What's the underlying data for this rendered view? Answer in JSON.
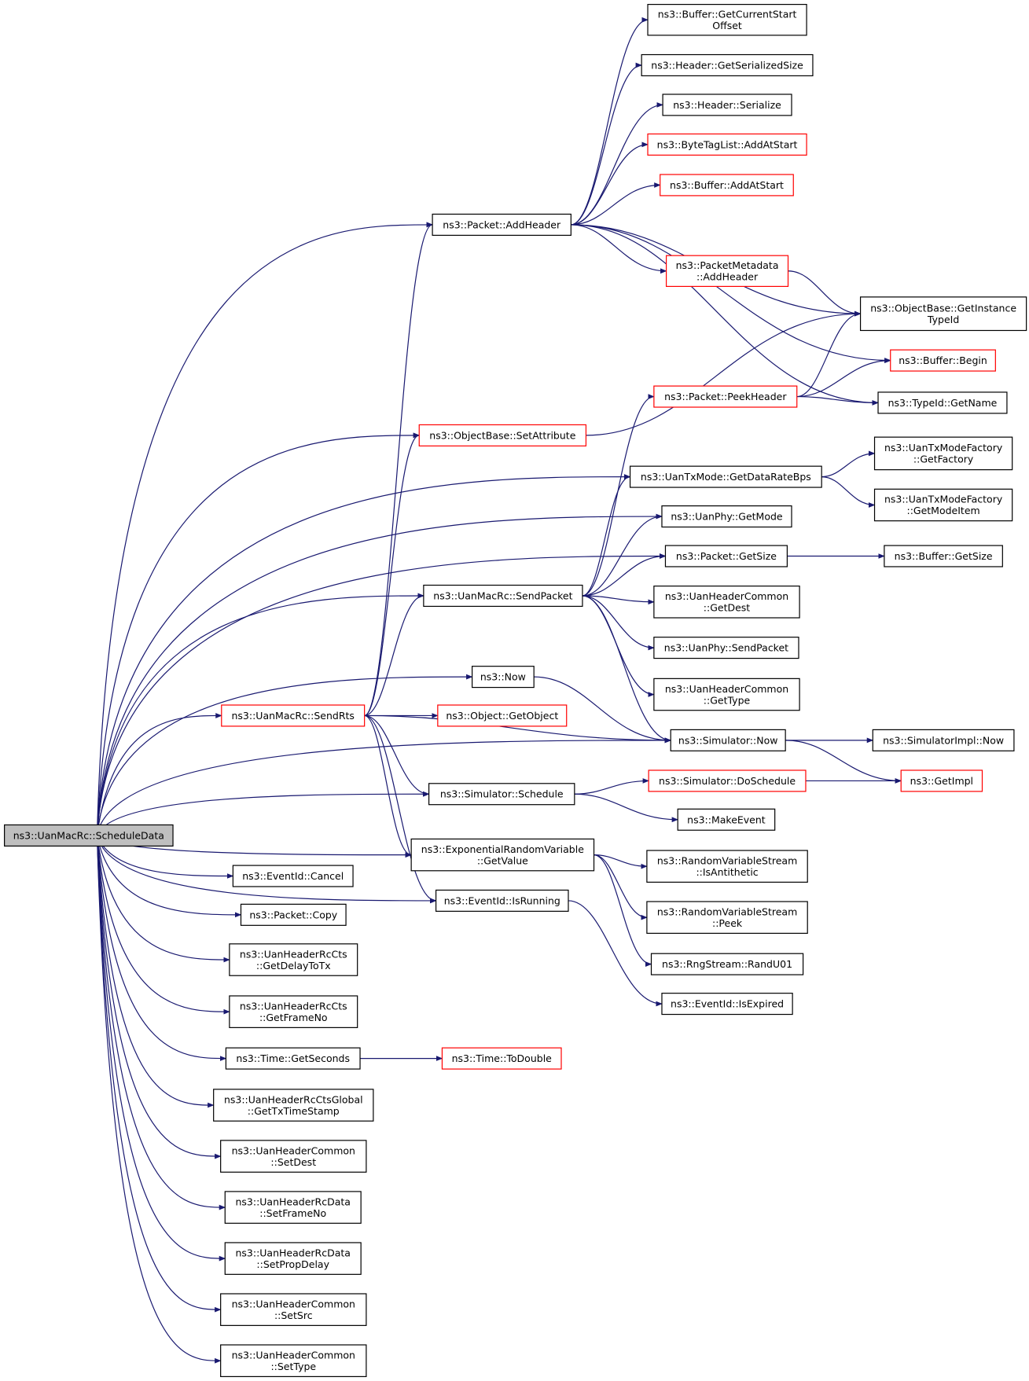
{
  "colors": {
    "edge": "#191970",
    "node_border": "#000000",
    "node_border_incomplete": "#ff0000",
    "root_fill": "#bfbfbf"
  },
  "nodes": {
    "schedule_data": {
      "lines": [
        "ns3::UanMacRc::ScheduleData"
      ],
      "style": "root"
    },
    "get_current_start_offset": {
      "lines": [
        "ns3::Buffer::GetCurrentStart",
        "Offset"
      ],
      "style": "black"
    },
    "header_get_serialized_size": {
      "lines": [
        "ns3::Header::GetSerializedSize"
      ],
      "style": "black"
    },
    "header_serialize": {
      "lines": [
        "ns3::Header::Serialize"
      ],
      "style": "black"
    },
    "byte_tag_list_add_at_start": {
      "lines": [
        "ns3::ByteTagList::AddAtStart"
      ],
      "style": "red"
    },
    "buffer_add_at_start": {
      "lines": [
        "ns3::Buffer::AddAtStart"
      ],
      "style": "red"
    },
    "packet_add_header": {
      "lines": [
        "ns3::Packet::AddHeader"
      ],
      "style": "black"
    },
    "packet_metadata_add_header": {
      "lines": [
        "ns3::PacketMetadata",
        "::AddHeader"
      ],
      "style": "red"
    },
    "object_base_get_instance_type_id": {
      "lines": [
        "ns3::ObjectBase::GetInstance",
        "TypeId"
      ],
      "style": "black"
    },
    "buffer_begin": {
      "lines": [
        "ns3::Buffer::Begin"
      ],
      "style": "red"
    },
    "packet_peek_header": {
      "lines": [
        "ns3::Packet::PeekHeader"
      ],
      "style": "red"
    },
    "type_id_get_name": {
      "lines": [
        "ns3::TypeId::GetName"
      ],
      "style": "black"
    },
    "object_base_set_attribute": {
      "lines": [
        "ns3::ObjectBase::SetAttribute"
      ],
      "style": "red"
    },
    "uan_tx_mode_factory_get_factory": {
      "lines": [
        "ns3::UanTxModeFactory",
        "::GetFactory"
      ],
      "style": "black"
    },
    "uan_tx_mode_get_data_rate_bps": {
      "lines": [
        "ns3::UanTxMode::GetDataRateBps"
      ],
      "style": "black"
    },
    "uan_tx_mode_factory_get_mode_item": {
      "lines": [
        "ns3::UanTxModeFactory",
        "::GetModeItem"
      ],
      "style": "black"
    },
    "uan_phy_get_mode": {
      "lines": [
        "ns3::UanPhy::GetMode"
      ],
      "style": "black"
    },
    "packet_get_size": {
      "lines": [
        "ns3::Packet::GetSize"
      ],
      "style": "black"
    },
    "buffer_get_size": {
      "lines": [
        "ns3::Buffer::GetSize"
      ],
      "style": "black"
    },
    "uan_mac_rc_send_packet": {
      "lines": [
        "ns3::UanMacRc::SendPacket"
      ],
      "style": "black"
    },
    "uan_header_common_get_dest": {
      "lines": [
        "ns3::UanHeaderCommon",
        "::GetDest"
      ],
      "style": "black"
    },
    "uan_phy_send_packet": {
      "lines": [
        "ns3::UanPhy::SendPacket"
      ],
      "style": "black"
    },
    "uan_header_common_get_type": {
      "lines": [
        "ns3::UanHeaderCommon",
        "::GetType"
      ],
      "style": "black"
    },
    "ns3_now": {
      "lines": [
        "ns3::Now"
      ],
      "style": "black"
    },
    "uan_mac_rc_send_rts": {
      "lines": [
        "ns3::UanMacRc::SendRts"
      ],
      "style": "red"
    },
    "object_get_object": {
      "lines": [
        "ns3::Object::GetObject"
      ],
      "style": "red"
    },
    "simulator_now": {
      "lines": [
        "ns3::Simulator::Now"
      ],
      "style": "black"
    },
    "simulator_impl_now": {
      "lines": [
        "ns3::SimulatorImpl::Now"
      ],
      "style": "black"
    },
    "simulator_do_schedule": {
      "lines": [
        "ns3::Simulator::DoSchedule"
      ],
      "style": "red"
    },
    "get_impl": {
      "lines": [
        "ns3::GetImpl"
      ],
      "style": "red"
    },
    "simulator_schedule": {
      "lines": [
        "ns3::Simulator::Schedule"
      ],
      "style": "black"
    },
    "make_event": {
      "lines": [
        "ns3::MakeEvent"
      ],
      "style": "black"
    },
    "exponential_get_value": {
      "lines": [
        "ns3::ExponentialRandomVariable",
        "::GetValue"
      ],
      "style": "black"
    },
    "rvs_is_antithetic": {
      "lines": [
        "ns3::RandomVariableStream",
        "::IsAntithetic"
      ],
      "style": "black"
    },
    "event_id_cancel": {
      "lines": [
        "ns3::EventId::Cancel"
      ],
      "style": "black"
    },
    "event_id_is_running": {
      "lines": [
        "ns3::EventId::IsRunning"
      ],
      "style": "black"
    },
    "rvs_peek": {
      "lines": [
        "ns3::RandomVariableStream",
        "::Peek"
      ],
      "style": "black"
    },
    "packet_copy": {
      "lines": [
        "ns3::Packet::Copy"
      ],
      "style": "black"
    },
    "uan_header_rc_cts_get_delay_to_tx": {
      "lines": [
        "ns3::UanHeaderRcCts",
        "::GetDelayToTx"
      ],
      "style": "black"
    },
    "rng_stream_rand_u01": {
      "lines": [
        "ns3::RngStream::RandU01"
      ],
      "style": "black"
    },
    "event_id_is_expired": {
      "lines": [
        "ns3::EventId::IsExpired"
      ],
      "style": "black"
    },
    "uan_header_rc_cts_get_frame_no": {
      "lines": [
        "ns3::UanHeaderRcCts",
        "::GetFrameNo"
      ],
      "style": "black"
    },
    "time_get_seconds": {
      "lines": [
        "ns3::Time::GetSeconds"
      ],
      "style": "black"
    },
    "time_to_double": {
      "lines": [
        "ns3::Time::ToDouble"
      ],
      "style": "red"
    },
    "uan_header_rc_cts_global_get_tx_time_stamp": {
      "lines": [
        "ns3::UanHeaderRcCtsGlobal",
        "::GetTxTimeStamp"
      ],
      "style": "black"
    },
    "uan_header_common_set_dest": {
      "lines": [
        "ns3::UanHeaderCommon",
        "::SetDest"
      ],
      "style": "black"
    },
    "uan_header_rc_data_set_frame_no": {
      "lines": [
        "ns3::UanHeaderRcData",
        "::SetFrameNo"
      ],
      "style": "black"
    },
    "uan_header_rc_data_set_prop_delay": {
      "lines": [
        "ns3::UanHeaderRcData",
        "::SetPropDelay"
      ],
      "style": "black"
    },
    "uan_header_common_set_src": {
      "lines": [
        "ns3::UanHeaderCommon",
        "::SetSrc"
      ],
      "style": "black"
    },
    "uan_header_common_set_type": {
      "lines": [
        "ns3::UanHeaderCommon",
        "::SetType"
      ],
      "style": "black"
    }
  },
  "edges": [
    [
      "schedule_data",
      "packet_add_header"
    ],
    [
      "schedule_data",
      "object_base_set_attribute"
    ],
    [
      "schedule_data",
      "uan_tx_mode_get_data_rate_bps"
    ],
    [
      "schedule_data",
      "uan_phy_get_mode"
    ],
    [
      "schedule_data",
      "packet_get_size"
    ],
    [
      "schedule_data",
      "uan_mac_rc_send_packet"
    ],
    [
      "schedule_data",
      "simulator_now"
    ],
    [
      "schedule_data",
      "ns3_now"
    ],
    [
      "schedule_data",
      "uan_mac_rc_send_rts"
    ],
    [
      "schedule_data",
      "simulator_schedule"
    ],
    [
      "schedule_data",
      "exponential_get_value"
    ],
    [
      "schedule_data",
      "event_id_is_running"
    ],
    [
      "schedule_data",
      "event_id_cancel"
    ],
    [
      "schedule_data",
      "packet_copy"
    ],
    [
      "schedule_data",
      "uan_header_rc_cts_get_delay_to_tx"
    ],
    [
      "schedule_data",
      "uan_header_rc_cts_get_frame_no"
    ],
    [
      "schedule_data",
      "time_get_seconds"
    ],
    [
      "schedule_data",
      "uan_header_rc_cts_global_get_tx_time_stamp"
    ],
    [
      "schedule_data",
      "uan_header_common_set_dest"
    ],
    [
      "schedule_data",
      "uan_header_rc_data_set_frame_no"
    ],
    [
      "schedule_data",
      "uan_header_rc_data_set_prop_delay"
    ],
    [
      "schedule_data",
      "uan_header_common_set_src"
    ],
    [
      "schedule_data",
      "uan_header_common_set_type"
    ],
    [
      "packet_add_header",
      "get_current_start_offset"
    ],
    [
      "packet_add_header",
      "header_get_serialized_size"
    ],
    [
      "packet_add_header",
      "header_serialize"
    ],
    [
      "packet_add_header",
      "byte_tag_list_add_at_start"
    ],
    [
      "packet_add_header",
      "buffer_add_at_start"
    ],
    [
      "packet_add_header",
      "packet_metadata_add_header"
    ],
    [
      "packet_add_header",
      "object_base_get_instance_type_id"
    ],
    [
      "packet_add_header",
      "buffer_begin"
    ],
    [
      "packet_add_header",
      "type_id_get_name"
    ],
    [
      "packet_metadata_add_header",
      "object_base_get_instance_type_id"
    ],
    [
      "packet_peek_header",
      "object_base_get_instance_type_id"
    ],
    [
      "packet_peek_header",
      "buffer_begin"
    ],
    [
      "packet_peek_header",
      "type_id_get_name"
    ],
    [
      "object_base_set_attribute",
      "object_base_get_instance_type_id"
    ],
    [
      "uan_tx_mode_get_data_rate_bps",
      "uan_tx_mode_factory_get_factory"
    ],
    [
      "uan_tx_mode_get_data_rate_bps",
      "uan_tx_mode_factory_get_mode_item"
    ],
    [
      "packet_get_size",
      "buffer_get_size"
    ],
    [
      "uan_mac_rc_send_packet",
      "packet_peek_header"
    ],
    [
      "uan_mac_rc_send_packet",
      "uan_tx_mode_get_data_rate_bps"
    ],
    [
      "uan_mac_rc_send_packet",
      "uan_phy_get_mode"
    ],
    [
      "uan_mac_rc_send_packet",
      "packet_get_size"
    ],
    [
      "uan_mac_rc_send_packet",
      "uan_header_common_get_dest"
    ],
    [
      "uan_mac_rc_send_packet",
      "uan_phy_send_packet"
    ],
    [
      "uan_mac_rc_send_packet",
      "uan_header_common_get_type"
    ],
    [
      "uan_mac_rc_send_packet",
      "simulator_now"
    ],
    [
      "ns3_now",
      "simulator_now"
    ],
    [
      "uan_mac_rc_send_rts",
      "packet_add_header"
    ],
    [
      "uan_mac_rc_send_rts",
      "object_base_set_attribute"
    ],
    [
      "uan_mac_rc_send_rts",
      "uan_mac_rc_send_packet"
    ],
    [
      "uan_mac_rc_send_rts",
      "object_get_object"
    ],
    [
      "uan_mac_rc_send_rts",
      "simulator_now"
    ],
    [
      "uan_mac_rc_send_rts",
      "simulator_schedule"
    ],
    [
      "uan_mac_rc_send_rts",
      "exponential_get_value"
    ],
    [
      "uan_mac_rc_send_rts",
      "event_id_is_running"
    ],
    [
      "simulator_now",
      "simulator_impl_now"
    ],
    [
      "simulator_now",
      "get_impl"
    ],
    [
      "simulator_schedule",
      "simulator_do_schedule"
    ],
    [
      "simulator_schedule",
      "make_event"
    ],
    [
      "simulator_do_schedule",
      "get_impl"
    ],
    [
      "exponential_get_value",
      "rvs_is_antithetic"
    ],
    [
      "exponential_get_value",
      "rvs_peek"
    ],
    [
      "exponential_get_value",
      "rng_stream_rand_u01"
    ],
    [
      "event_id_is_running",
      "event_id_is_expired"
    ],
    [
      "time_get_seconds",
      "time_to_double"
    ]
  ]
}
